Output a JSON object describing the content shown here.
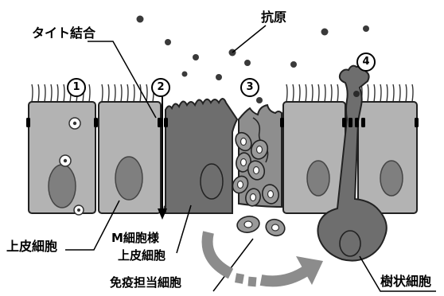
{
  "labels": {
    "tight_junction": "タイト結合",
    "antigen": "抗原",
    "epithelial_cell": "上皮細胞",
    "m_cell_line1": "M細胞様",
    "m_cell_line2": "上皮細胞",
    "immune_cell": "免疫担当細胞",
    "dendritic_cell": "樹状細胞"
  },
  "steps": [
    "1",
    "2",
    "3",
    "4"
  ],
  "colors": {
    "cell_light": "#b3b3b3",
    "cell_dark": "#6e6e6e",
    "nucleus": "#7f7f7f",
    "junction": "#000000",
    "arrow": "#8c8c8c"
  }
}
